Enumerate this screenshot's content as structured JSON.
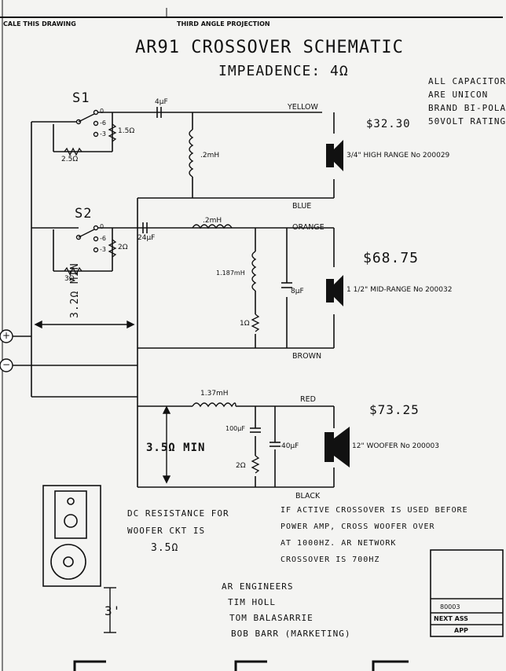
{
  "header": {
    "scale_note": "CALE THIS DRAWING",
    "projection": "THIRD ANGLE PROJECTION"
  },
  "title": {
    "line1": "AR91 CROSSOVER SCHEMATIC",
    "line2": "IMPEADENCE: 4Ω"
  },
  "capacitor_note": {
    "lines": [
      "ALL CAPACITOR",
      "ARE UNICON",
      "BRAND BI-POLA",
      "50VOLT RATING"
    ]
  },
  "prices": {
    "high": "$32.30",
    "mid": "$68.75",
    "woofer": "$73.25"
  },
  "switches": {
    "s1": "S1",
    "s2": "S2",
    "pos_0": "0",
    "pos_minus6": "-6",
    "pos_minus3": "-3"
  },
  "components": {
    "s1_r_1": "1.5Ω",
    "s1_r_2": "2.5Ω",
    "s2_r_1": "2Ω",
    "s2_r_2": "3Ω",
    "c_high": "4µF",
    "l_high": ".2mH",
    "c_mid": "24µF",
    "l_mid_series": ".2mH",
    "l_mid_shunt": "1.187mH",
    "r_mid_shunt": "1Ω",
    "c_mid_shunt": "8µF",
    "l_woofer": "1.37mH",
    "c_woofer_zobel": "100µF",
    "r_woofer_zobel": "2Ω",
    "c_woofer_shunt": "40µF"
  },
  "wires": {
    "yellow": "YELLOW",
    "blue": "BLUE",
    "orange": "ORANGE",
    "brown": "BROWN",
    "red": "RED",
    "black": "BLACK"
  },
  "drivers": {
    "high": "3/4\" HIGH RANGE No 200029",
    "mid": "1 1/2\" MID-RANGE No 200032",
    "woofer": "12\" WOOFER No 200003"
  },
  "terminals": {
    "plus": "+",
    "minus": "−"
  },
  "dims": {
    "input_min": "3.2Ω MIN",
    "woofer_min": "3.5Ω MIN",
    "height": "3'"
  },
  "notes": {
    "dc_resistance": [
      "DC RESISTANCE FOR",
      "WOOFER CKT IS",
      "3.5Ω"
    ],
    "active": [
      "IF ACTIVE CROSSOVER IS USED BEFORE",
      "POWER AMP, CROSS WOOFER OVER",
      "AT 1000HZ. AR NETWORK",
      "CROSSOVER IS 700HZ"
    ]
  },
  "engineers": {
    "heading": "AR ENGINEERS",
    "names": [
      "TIM HOLL",
      "TOM BALASARRIE",
      "BOB BARR (MARKETING)"
    ]
  },
  "title_block": {
    "num": "80003",
    "next": "NEXT ASS",
    "app": "APP"
  }
}
